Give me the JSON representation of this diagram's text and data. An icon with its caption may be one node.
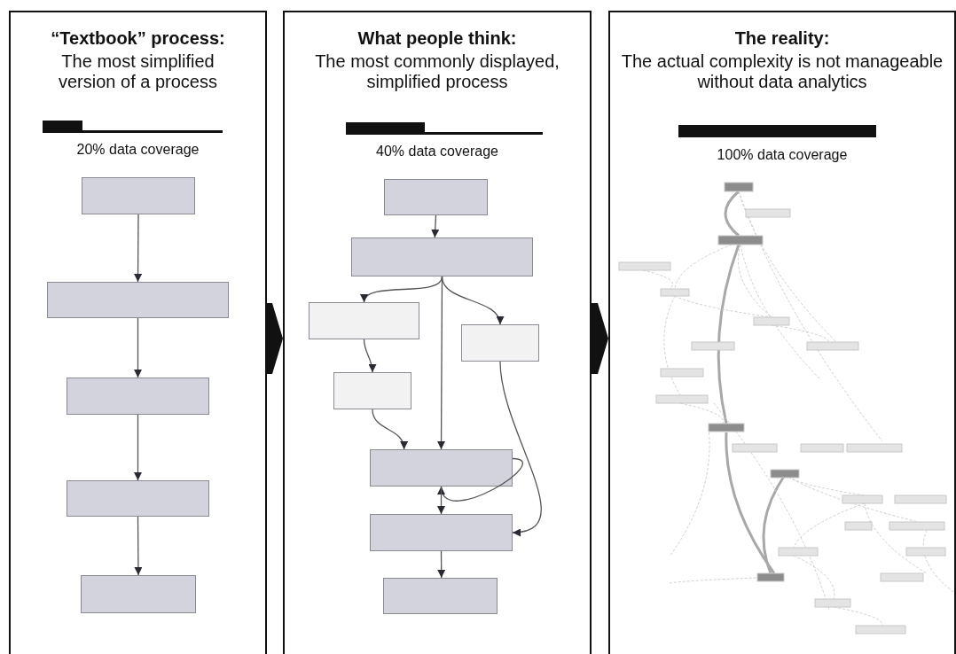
{
  "diagram": {
    "nodes": [
      {
        "text": [
          "“Textbook” process:",
          "The most simplified version of a process",
          "20% data coverage"
        ]
      },
      {
        "text": [],
        "shape": "box",
        "in": 0
      },
      {
        "text": [],
        "shape": "box",
        "in": 0
      },
      {
        "text": [],
        "shape": "box",
        "in": 0
      },
      {
        "text": [],
        "shape": "box",
        "in": 0
      },
      {
        "text": [],
        "shape": "box",
        "in": 0
      },
      {
        "text": [
          "What people think:",
          "The most commonly displayed, simplified process",
          "40% data coverage"
        ]
      },
      {
        "text": [],
        "shape": "box",
        "in": 6
      },
      {
        "text": [],
        "shape": "box",
        "in": 6
      },
      {
        "text": [],
        "shape": "box",
        "in": 6
      },
      {
        "text": [],
        "shape": "box",
        "in": 6
      },
      {
        "text": [],
        "shape": "box",
        "in": 6
      },
      {
        "text": [],
        "shape": "box",
        "in": 6
      },
      {
        "text": [],
        "shape": "box",
        "in": 6
      },
      {
        "text": [],
        "shape": "box",
        "in": 6
      },
      {
        "text": [
          "The reality:",
          "The actual complexity is not manageable without data analytics",
          "100% data coverage"
        ]
      },
      {
        "text": [],
        "shape": "picture",
        "in": 15
      },
      {
        "text": [],
        "shape": "bar",
        "in": 0
      },
      {
        "text": [],
        "shape": "bar",
        "in": 6
      },
      {
        "text": [],
        "shape": "bar",
        "in": 15
      }
    ],
    "edges": [
      {
        "from": 1,
        "to": 2,
        "arrow": "to"
      },
      {
        "from": 2,
        "to": 3,
        "arrow": "to"
      },
      {
        "from": 3,
        "to": 4,
        "arrow": "to"
      },
      {
        "from": 4,
        "to": 5,
        "arrow": "to"
      },
      {
        "from": 7,
        "to": 8,
        "arrow": "to"
      },
      {
        "from": 8,
        "to": 9,
        "arrow": "to"
      },
      {
        "from": 8,
        "to": 12,
        "arrow": "to"
      },
      {
        "from": 8,
        "to": 10,
        "arrow": "to"
      },
      {
        "from": 9,
        "to": 11,
        "arrow": "to"
      },
      {
        "from": 11,
        "to": 12,
        "arrow": "to"
      },
      {
        "from": 12,
        "to": 12,
        "arrow": "to"
      },
      {
        "from": 12,
        "to": 13,
        "arrow": "to"
      },
      {
        "from": 10,
        "to": 13,
        "arrow": "to"
      },
      {
        "from": 13,
        "to": 14,
        "arrow": "to"
      },
      {
        "from": 0,
        "to": 6,
        "arrow": "to",
        "style": "thick"
      },
      {
        "from": 6,
        "to": 15,
        "arrow": "to",
        "style": "thick"
      }
    ]
  }
}
